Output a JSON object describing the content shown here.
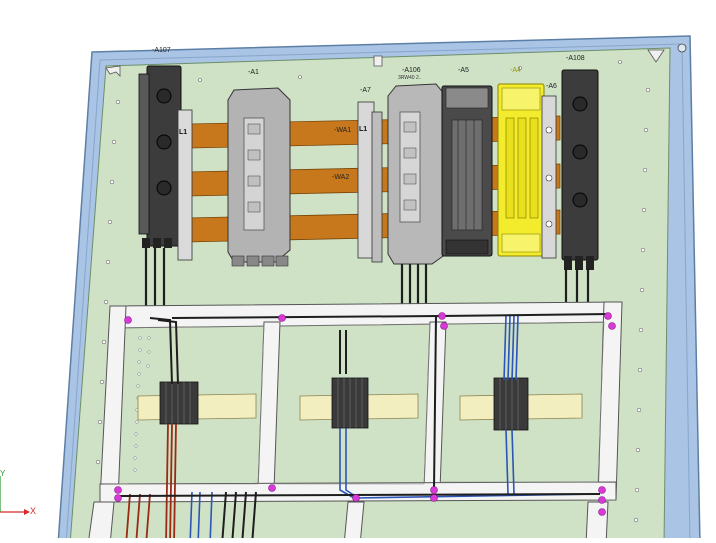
{
  "component_labels": {
    "a107": "-A107",
    "a1": "-A1",
    "a7": "-A7",
    "a106": "-A106",
    "a106_sub": "3RW40 2..",
    "a5": "-A5",
    "a4": "-A4",
    "a6": "-A6",
    "a108": "-A108",
    "wa1": "-WA1",
    "wa2": "-WA2",
    "l1_left": "L1",
    "l1_mid": "L1"
  },
  "axis": {
    "x_label": "X",
    "y_label": "Y"
  },
  "colors": {
    "background": "#ffffff",
    "frame_blue": "#a9c4e4",
    "frame_edge": "#5d7fa6",
    "plate_green": "#cfe2c6",
    "busbar_orange": "#c8781c",
    "highlight_yellow": "#f2ec2c",
    "duct_white": "#f4f4f4",
    "rail_yellow": "#f3eec0",
    "wire_black": "#1e1e1e",
    "wire_blue": "#2c55b8",
    "wire_red": "#9a2a14",
    "node_magenta": "#d83ad8",
    "axis_green": "#2a9a2a",
    "axis_red": "#d42a2a"
  }
}
